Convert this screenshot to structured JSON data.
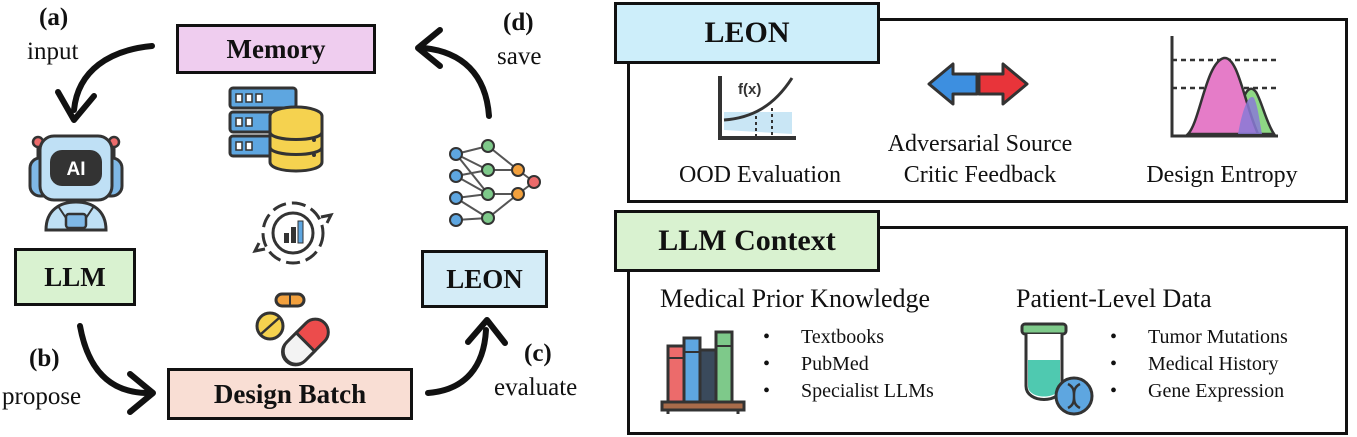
{
  "loop": {
    "step_a": {
      "letter": "(a)",
      "caption": "input"
    },
    "step_b": {
      "letter": "(b)",
      "caption": "propose"
    },
    "step_c": {
      "letter": "(c)",
      "caption": "evaluate"
    },
    "step_d": {
      "letter": "(d)",
      "caption": "save"
    },
    "memory_label": "Memory",
    "llm_label": "LLM",
    "leon_label": "LEON",
    "design_batch_label": "Design Batch",
    "robot_badge": "AI"
  },
  "leon_panel": {
    "title": "LEON",
    "items": [
      {
        "caption": "OOD Evaluation",
        "icon": "function-graph-icon",
        "formula": "f(x)"
      },
      {
        "caption_line1": "Adversarial Source",
        "caption_line2": "Critic Feedback",
        "icon": "swap-arrows-icon"
      },
      {
        "caption": "Design Entropy",
        "icon": "distribution-icon"
      }
    ]
  },
  "context_panel": {
    "title": "LLM Context",
    "knowledge": {
      "heading": "Medical Prior Knowledge",
      "items": [
        "Textbooks",
        "PubMed",
        "Specialist LLMs"
      ]
    },
    "patient": {
      "heading": "Patient-Level Data",
      "items": [
        "Tumor Mutations",
        "Medical History",
        "Gene Expression"
      ]
    }
  },
  "colors": {
    "memory": "#efcdef",
    "llm": "#d9f2d0",
    "leon": "#d4ecf7",
    "design_batch": "#f9ded4",
    "leon_tag": "#cdeefa",
    "context_tag": "#d9f2d0"
  }
}
